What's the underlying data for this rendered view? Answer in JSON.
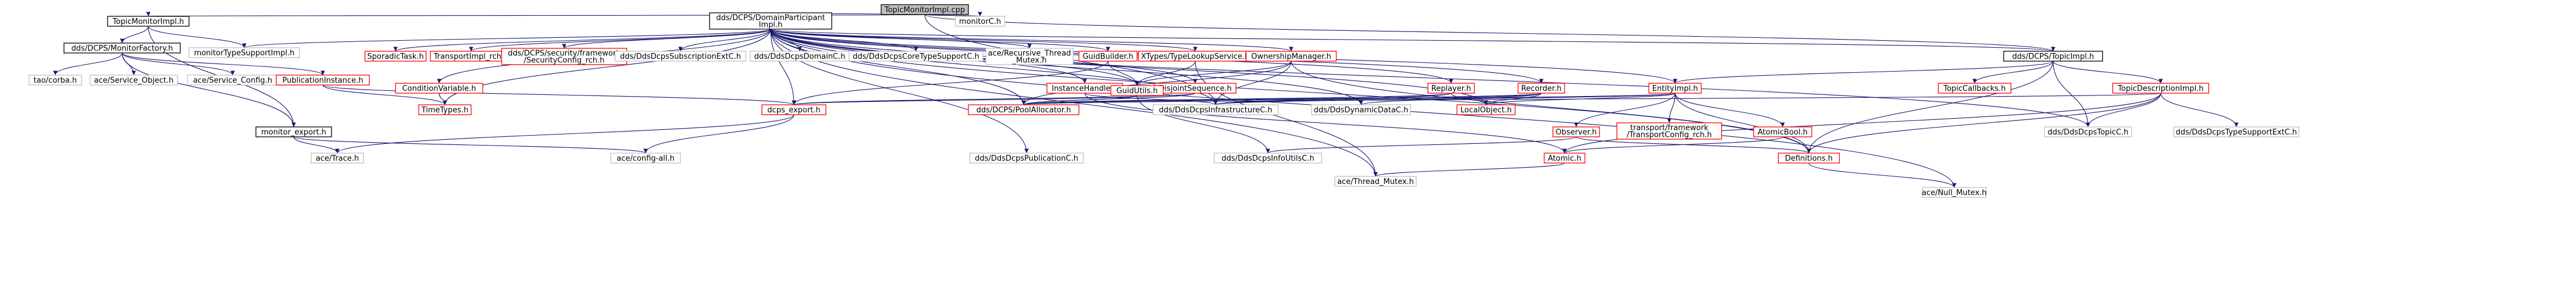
{
  "diagram": {
    "colors": {
      "root_fill": "#bfbfbf",
      "root_stroke": "#000000",
      "linked_stroke": "#000000",
      "missing_stroke": "#bfbfbf",
      "node_fill": "#ffffff",
      "link_text": "#000000",
      "missing_text": "#cc0000",
      "edge": "#191970"
    },
    "nodes": [
      {
        "id": "root",
        "lines": [
          "TopicMonitorImpl.cpp"
        ],
        "style": "root"
      },
      {
        "id": "tmi_h",
        "lines": [
          "TopicMonitorImpl.h"
        ],
        "style": "linked"
      },
      {
        "id": "dpi_h",
        "lines": [
          "dds/DCPS/DomainParticipant",
          "Impl.h"
        ],
        "style": "linked"
      },
      {
        "id": "monitorc",
        "lines": [
          "monitorC.h"
        ],
        "style": "missing"
      },
      {
        "id": "mf_h",
        "lines": [
          "dds/DCPS/MonitorFactory.h"
        ],
        "style": "linked"
      },
      {
        "id": "mtsi",
        "lines": [
          "monitorTypeSupportImpl.h"
        ],
        "style": "missing"
      },
      {
        "id": "sporadic",
        "lines": [
          "SporadicTask.h"
        ],
        "style": "linked",
        "red": true
      },
      {
        "id": "transport_rch",
        "lines": [
          "TransportImpl_rch.h"
        ],
        "style": "linked",
        "red": true
      },
      {
        "id": "sec_rch",
        "lines": [
          "dds/DCPS/security/framework",
          "/SecurityConfig_rch.h"
        ],
        "style": "linked",
        "red": true
      },
      {
        "id": "subexc",
        "lines": [
          "dds/DdsDcpsSubscriptionExtC.h"
        ],
        "style": "missing"
      },
      {
        "id": "domainc",
        "lines": [
          "dds/DdsDcpsDomainC.h"
        ],
        "style": "missing"
      },
      {
        "id": "coretsc",
        "lines": [
          "dds/DdsDcpsCoreTypeSupportC.h"
        ],
        "style": "missing"
      },
      {
        "id": "recthread",
        "lines": [
          "ace/Recursive_Thread",
          "_Mutex.h"
        ],
        "style": "missing"
      },
      {
        "id": "guidbuilder",
        "lines": [
          "GuidBuilder.h"
        ],
        "style": "linked",
        "red": true
      },
      {
        "id": "xtypes",
        "lines": [
          "XTypes/TypeLookupService.h"
        ],
        "style": "linked",
        "red": true
      },
      {
        "id": "ownership",
        "lines": [
          "OwnershipManager.h"
        ],
        "style": "linked",
        "red": true
      },
      {
        "id": "topicimpl",
        "lines": [
          "dds/DCPS/TopicImpl.h"
        ],
        "style": "linked"
      },
      {
        "id": "tao",
        "lines": [
          "tao/corba.h"
        ],
        "style": "missing"
      },
      {
        "id": "svcobj",
        "lines": [
          "ace/Service_Object.h"
        ],
        "style": "missing"
      },
      {
        "id": "svccfg",
        "lines": [
          "ace/Service_Config.h"
        ],
        "style": "missing"
      },
      {
        "id": "pubinst",
        "lines": [
          "PublicationInstance.h"
        ],
        "style": "linked",
        "red": true
      },
      {
        "id": "condvar",
        "lines": [
          "ConditionVariable.h"
        ],
        "style": "linked",
        "red": true
      },
      {
        "id": "instance",
        "lines": [
          "InstanceHandle.h"
        ],
        "style": "linked",
        "red": true
      },
      {
        "id": "disjoint",
        "lines": [
          "DisjointSequence.h"
        ],
        "style": "linked",
        "red": true
      },
      {
        "id": "guidutils",
        "lines": [
          "GuidUtils.h"
        ],
        "style": "linked",
        "red": true
      },
      {
        "id": "replayer",
        "lines": [
          "Replayer.h"
        ],
        "style": "linked",
        "red": true
      },
      {
        "id": "recorder",
        "lines": [
          "Recorder.h"
        ],
        "style": "linked",
        "red": true
      },
      {
        "id": "entityimpl",
        "lines": [
          "EntityImpl.h"
        ],
        "style": "linked",
        "red": true
      },
      {
        "id": "topiccb",
        "lines": [
          "TopicCallbacks.h"
        ],
        "style": "linked",
        "red": true
      },
      {
        "id": "topicdesc",
        "lines": [
          "TopicDescriptionImpl.h"
        ],
        "style": "linked",
        "red": true
      },
      {
        "id": "timetypes",
        "lines": [
          "TimeTypes.h"
        ],
        "style": "linked",
        "red": true
      },
      {
        "id": "monexport",
        "lines": [
          "monitor_export.h"
        ],
        "style": "linked"
      },
      {
        "id": "dcpsexport",
        "lines": [
          "dcps_export.h"
        ],
        "style": "linked",
        "red": true
      },
      {
        "id": "poolalloc",
        "lines": [
          "dds/DCPS/PoolAllocator.h"
        ],
        "style": "linked",
        "red": true
      },
      {
        "id": "infrac",
        "lines": [
          "dds/DdsDcpsInfrastructureC.h"
        ],
        "style": "missing"
      },
      {
        "id": "dyndata",
        "lines": [
          "dds/DdsDynamicDataC.h"
        ],
        "style": "missing"
      },
      {
        "id": "localobj",
        "lines": [
          "LocalObject.h"
        ],
        "style": "linked",
        "red": true
      },
      {
        "id": "observer",
        "lines": [
          "Observer.h"
        ],
        "style": "linked",
        "red": true
      },
      {
        "id": "transcfg",
        "lines": [
          "transport/framework",
          "/TransportConfig_rch.h"
        ],
        "style": "linked",
        "red": true
      },
      {
        "id": "atomicbool",
        "lines": [
          "AtomicBool.h"
        ],
        "style": "linked",
        "red": true
      },
      {
        "id": "topicc",
        "lines": [
          "dds/DdsDcpsTopicC.h"
        ],
        "style": "missing"
      },
      {
        "id": "typesupportext",
        "lines": [
          "dds/DdsDcpsTypeSupportExtC.h"
        ],
        "style": "missing"
      },
      {
        "id": "acetrace",
        "lines": [
          "ace/Trace.h"
        ],
        "style": "missing"
      },
      {
        "id": "aceconfig",
        "lines": [
          "ace/config-all.h"
        ],
        "style": "missing"
      },
      {
        "id": "pubc",
        "lines": [
          "dds/DdsDcpsPublicationC.h"
        ],
        "style": "missing"
      },
      {
        "id": "infoutils",
        "lines": [
          "dds/DdsDcpsInfoUtilsC.h"
        ],
        "style": "missing"
      },
      {
        "id": "atomic",
        "lines": [
          "Atomic.h"
        ],
        "style": "linked",
        "red": true
      },
      {
        "id": "definitions",
        "lines": [
          "Definitions.h"
        ],
        "style": "linked",
        "red": true
      },
      {
        "id": "threadmutex",
        "lines": [
          "ace/Thread_Mutex.h"
        ],
        "style": "missing"
      },
      {
        "id": "nullmutex",
        "lines": [
          "ace/Null_Mutex.h"
        ],
        "style": "missing"
      }
    ],
    "edges": [
      [
        "root",
        "tmi_h"
      ],
      [
        "root",
        "dpi_h"
      ],
      [
        "root",
        "monitorc"
      ],
      [
        "root",
        "infrac"
      ],
      [
        "root",
        "topicimpl"
      ],
      [
        "tmi_h",
        "mf_h"
      ],
      [
        "tmi_h",
        "mtsi"
      ],
      [
        "tmi_h",
        "monexport"
      ],
      [
        "mf_h",
        "tao"
      ],
      [
        "mf_h",
        "svcobj"
      ],
      [
        "mf_h",
        "svccfg"
      ],
      [
        "mf_h",
        "pubinst"
      ],
      [
        "mf_h",
        "monexport"
      ],
      [
        "dpi_h",
        "mtsi"
      ],
      [
        "dpi_h",
        "sporadic"
      ],
      [
        "dpi_h",
        "transport_rch"
      ],
      [
        "dpi_h",
        "sec_rch"
      ],
      [
        "dpi_h",
        "subexc"
      ],
      [
        "dpi_h",
        "domainc"
      ],
      [
        "dpi_h",
        "coretsc"
      ],
      [
        "dpi_h",
        "recthread"
      ],
      [
        "dpi_h",
        "guidbuilder"
      ],
      [
        "dpi_h",
        "xtypes"
      ],
      [
        "dpi_h",
        "ownership"
      ],
      [
        "dpi_h",
        "topicimpl"
      ],
      [
        "dpi_h",
        "condvar"
      ],
      [
        "dpi_h",
        "timetypes"
      ],
      [
        "dpi_h",
        "instance"
      ],
      [
        "dpi_h",
        "disjoint"
      ],
      [
        "dpi_h",
        "guidutils"
      ],
      [
        "dpi_h",
        "replayer"
      ],
      [
        "dpi_h",
        "recorder"
      ],
      [
        "dpi_h",
        "entityimpl"
      ],
      [
        "dpi_h",
        "pubc"
      ],
      [
        "dpi_h",
        "poolalloc"
      ],
      [
        "dpi_h",
        "infrac"
      ],
      [
        "dpi_h",
        "dyndata"
      ],
      [
        "dpi_h",
        "localobj"
      ],
      [
        "dpi_h",
        "threadmutex"
      ],
      [
        "dpi_h",
        "nullmutex"
      ],
      [
        "dpi_h",
        "definitions"
      ],
      [
        "dpi_h",
        "topicc"
      ],
      [
        "dpi_h",
        "dcpsexport"
      ],
      [
        "pubinst",
        "timetypes"
      ],
      [
        "pubinst",
        "dcpsexport"
      ],
      [
        "condvar",
        "timetypes"
      ],
      [
        "guidbuilder",
        "guidutils"
      ],
      [
        "guidbuilder",
        "dcpsexport"
      ],
      [
        "xtypes",
        "guidutils"
      ],
      [
        "xtypes",
        "threadmutex"
      ],
      [
        "ownership",
        "guidutils"
      ],
      [
        "ownership",
        "infrac"
      ],
      [
        "ownership",
        "poolalloc"
      ],
      [
        "ownership",
        "definitions"
      ],
      [
        "instance",
        "infrac"
      ],
      [
        "instance",
        "atomic"
      ],
      [
        "disjoint",
        "dcpsexport"
      ],
      [
        "disjoint",
        "poolalloc"
      ],
      [
        "guidutils",
        "dcpsexport"
      ],
      [
        "guidutils",
        "poolalloc"
      ],
      [
        "guidutils",
        "infoutils"
      ],
      [
        "replayer",
        "infrac"
      ],
      [
        "replayer",
        "localobj"
      ],
      [
        "replayer",
        "poolalloc"
      ],
      [
        "recorder",
        "infrac"
      ],
      [
        "recorder",
        "dyndata"
      ],
      [
        "recorder",
        "localobj"
      ],
      [
        "recorder",
        "poolalloc"
      ],
      [
        "topicimpl",
        "entityimpl"
      ],
      [
        "topicimpl",
        "topiccb"
      ],
      [
        "topicimpl",
        "topicdesc"
      ],
      [
        "topicimpl",
        "topicc"
      ],
      [
        "topicimpl",
        "definitions"
      ],
      [
        "entityimpl",
        "localobj"
      ],
      [
        "entityimpl",
        "observer"
      ],
      [
        "entityimpl",
        "transcfg"
      ],
      [
        "entityimpl",
        "atomicbool"
      ],
      [
        "entityimpl",
        "infrac"
      ],
      [
        "entityimpl",
        "definitions"
      ],
      [
        "entityimpl",
        "poolalloc"
      ],
      [
        "observer",
        "infoutils"
      ],
      [
        "observer",
        "definitions"
      ],
      [
        "atomicbool",
        "atomic"
      ],
      [
        "topicdesc",
        "topicc"
      ],
      [
        "topicdesc",
        "typesupportext"
      ],
      [
        "topicdesc",
        "definitions"
      ],
      [
        "topicdesc",
        "poolalloc"
      ],
      [
        "topicdesc",
        "atomic"
      ],
      [
        "monexport",
        "acetrace"
      ],
      [
        "monexport",
        "aceconfig"
      ],
      [
        "dcpsexport",
        "acetrace"
      ],
      [
        "dcpsexport",
        "aceconfig"
      ],
      [
        "atomic",
        "threadmutex"
      ],
      [
        "definitions",
        "nullmutex"
      ]
    ]
  }
}
